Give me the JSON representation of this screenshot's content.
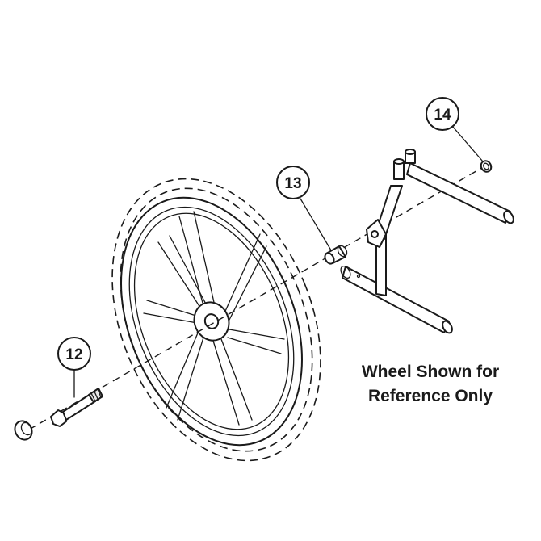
{
  "callouts": [
    {
      "label": "12"
    },
    {
      "label": "13"
    },
    {
      "label": "14"
    }
  ],
  "note": {
    "line1": "Wheel Shown for",
    "line2": "Reference Only"
  },
  "colors": {
    "ink": "#1a1a1a",
    "background": "#ffffff"
  }
}
